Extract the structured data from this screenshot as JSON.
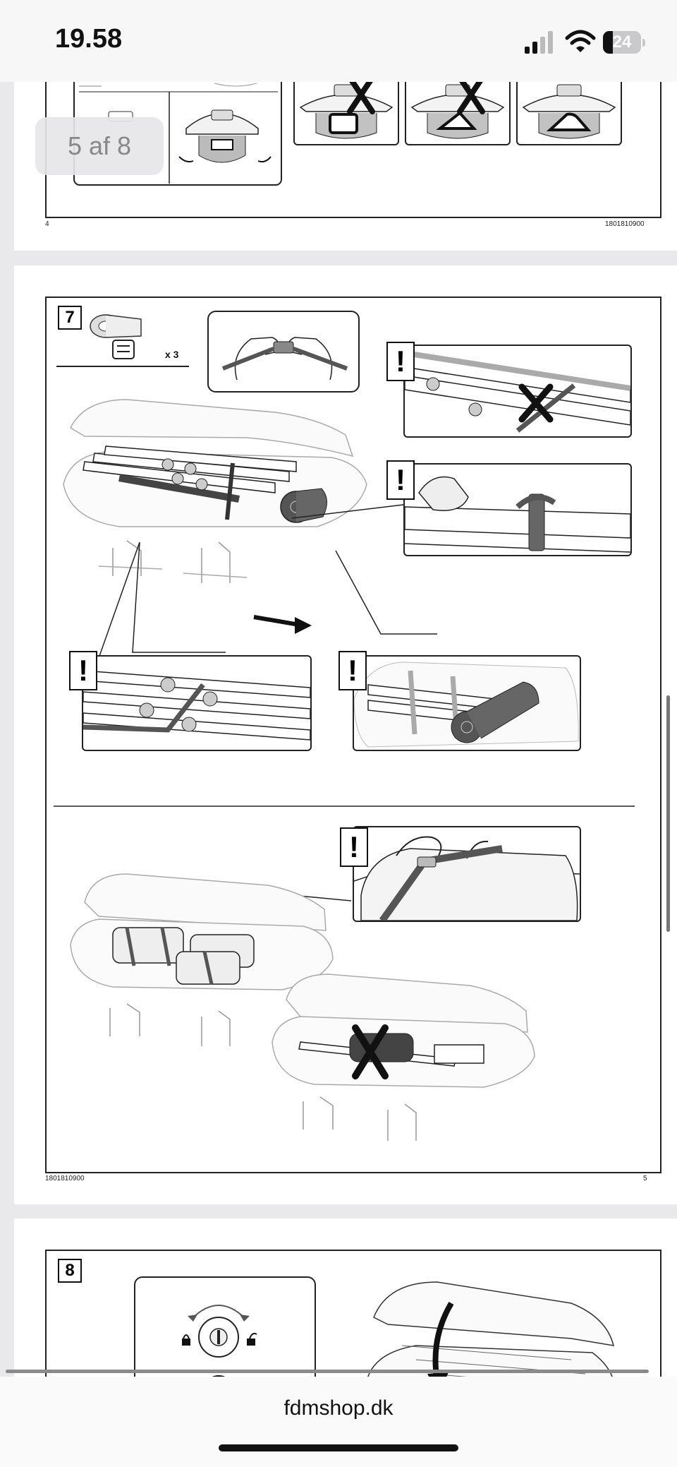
{
  "status_bar": {
    "time": "19.58",
    "battery": "24"
  },
  "viewer": {
    "page_indicator": "5 af 8"
  },
  "page4": {
    "not_ok_1": "Not ok",
    "not_ok_2": "Not ok",
    "page_number": "4",
    "doc_code": "1801810900"
  },
  "page5": {
    "step_number": "7",
    "strap_count": "x 3",
    "warning_symbol": "!",
    "doc_code": "1801810900",
    "page_number": "5"
  },
  "page6": {
    "step_number": "8"
  },
  "browser": {
    "url": "fdmshop.dk"
  },
  "colors": {
    "background": "#e9e9ec",
    "page": "#ffffff",
    "line": "#222222"
  }
}
